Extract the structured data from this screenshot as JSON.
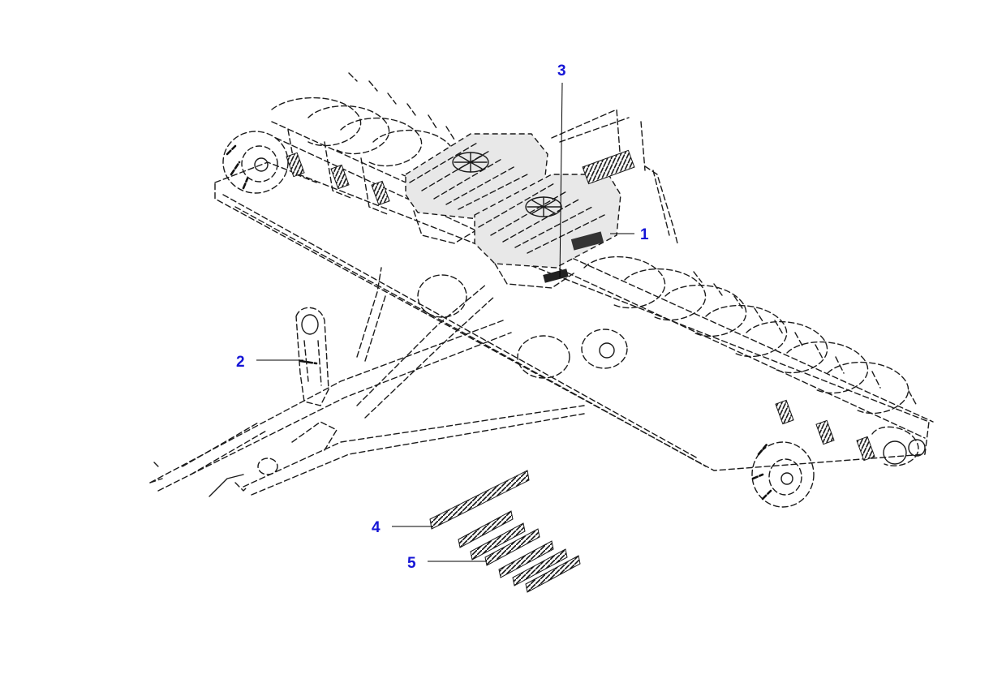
{
  "callouts": [
    {
      "id": "1",
      "label": "1"
    },
    {
      "id": "2",
      "label": "2"
    },
    {
      "id": "3",
      "label": "3"
    },
    {
      "id": "4",
      "label": "4"
    },
    {
      "id": "5",
      "label": "5"
    }
  ],
  "colors": {
    "callout": "#1515d6",
    "line": "#1a1a1a",
    "background": "#ffffff"
  }
}
